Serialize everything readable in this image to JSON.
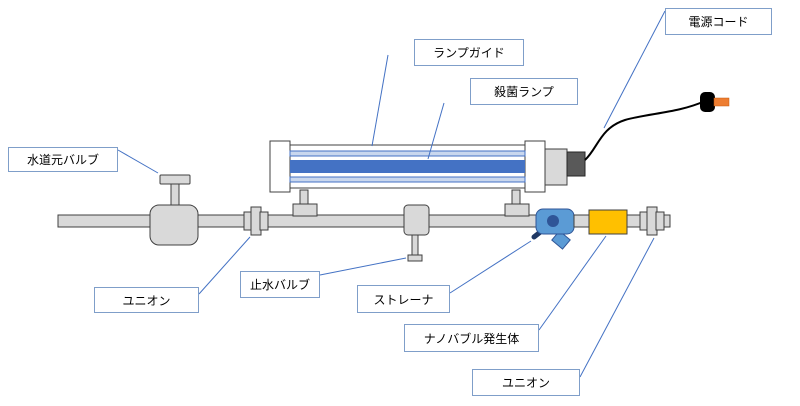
{
  "labels": {
    "lamp_guide": "ランプガイド",
    "sterilizing_lamp": "殺菌ランプ",
    "power_cord": "電源コード",
    "main_valve": "水道元バルブ",
    "union_left": "ユニオン",
    "stop_valve": "止水バルブ",
    "strainer": "ストレーナ",
    "nanobubble_generator": "ナノバブル発生体",
    "union_right": "ユニオン"
  },
  "colors": {
    "pipe_fill": "#d9d9d9",
    "outline": "#404040",
    "lamp_blue": "#4472c4",
    "lamp_light": "#c9d7ee",
    "leader_line": "#4472c4",
    "label_border": "#7f9ec9",
    "nanobubble": "#ffc000",
    "plug_orange": "#ed7d31",
    "strainer_blue": "#5b9bd5"
  }
}
